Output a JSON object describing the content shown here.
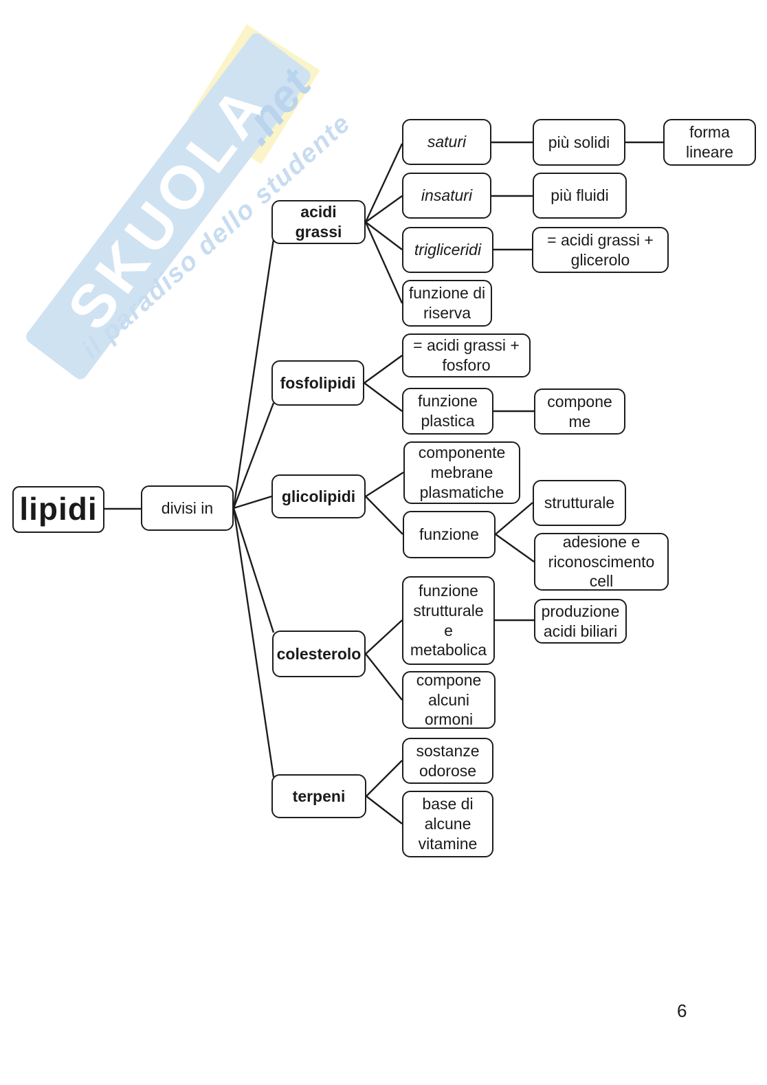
{
  "page": {
    "number": "6"
  },
  "watermark": {
    "brand": "SKUOLA",
    "tld": ".net",
    "tagline": "il paradiso dello studente",
    "banner_color": "#cfe2f2",
    "brand_text_color": "#ffffff",
    "script_color": "#b9d4ec",
    "tagline_color": "#c7dcf0",
    "yellow_color": "#fbf4c8"
  },
  "diagram": {
    "line_color": "#1c1c1c",
    "nodes": {
      "lipidi": {
        "label": "lipidi"
      },
      "divisi_in": {
        "label": "divisi in"
      },
      "acidi_grassi": {
        "label": "acidi grassi"
      },
      "saturi": {
        "label": "saturi"
      },
      "insaturi": {
        "label": "insaturi"
      },
      "trigliceridi": {
        "label": "trigliceridi"
      },
      "funzione_di_riserva": {
        "label": "funzione di\nriserva"
      },
      "piu_solidi": {
        "label": "più solidi"
      },
      "piu_fluidi": {
        "label": "più fluidi"
      },
      "forma_lineare": {
        "label": "forma\nlineare"
      },
      "acidi_grassi_glicerolo": {
        "label": "= acidi grassi +\nglicerolo"
      },
      "fosfolipidi": {
        "label": "fosfolipidi"
      },
      "acidi_grassi_fosforo": {
        "label": "= acidi grassi +\nfosforo"
      },
      "funzione_plastica": {
        "label": "funzione\nplastica"
      },
      "compone_me": {
        "label": "compone\nme"
      },
      "glicolipidi": {
        "label": "glicolipidi"
      },
      "componente_mebrane": {
        "label": "componente\nmebrane\nplasmatiche"
      },
      "funzione": {
        "label": "funzione"
      },
      "strutturale": {
        "label": "strutturale"
      },
      "adesione_riconoscimento": {
        "label": "adesione e\nriconoscimento\ncell"
      },
      "colesterolo": {
        "label": "colesterolo"
      },
      "funzione_strutturale_metabolica": {
        "label": "funzione\nstrutturale\ne\nmetabolica"
      },
      "produzione_acidi_biliari": {
        "label": "produzione\nacidi biliari"
      },
      "compone_ormoni": {
        "label": "compone\nalcuni\normoni"
      },
      "terpeni": {
        "label": "terpeni"
      },
      "sostanze_odorose": {
        "label": "sostanze\nodorose"
      },
      "base_vitamine": {
        "label": "base di\nalcune\nvitamine"
      }
    },
    "edges": [
      {
        "from": "lipidi",
        "to": "divisi_in"
      },
      {
        "from": "divisi_in",
        "to": "acidi_grassi"
      },
      {
        "from": "divisi_in",
        "to": "fosfolipidi"
      },
      {
        "from": "divisi_in",
        "to": "glicolipidi"
      },
      {
        "from": "divisi_in",
        "to": "colesterolo"
      },
      {
        "from": "divisi_in",
        "to": "terpeni"
      },
      {
        "from": "acidi_grassi",
        "to": "saturi"
      },
      {
        "from": "acidi_grassi",
        "to": "insaturi"
      },
      {
        "from": "acidi_grassi",
        "to": "trigliceridi"
      },
      {
        "from": "acidi_grassi",
        "to": "funzione_di_riserva"
      },
      {
        "from": "saturi",
        "to": "piu_solidi"
      },
      {
        "from": "piu_solidi",
        "to": "forma_lineare"
      },
      {
        "from": "insaturi",
        "to": "piu_fluidi"
      },
      {
        "from": "trigliceridi",
        "to": "acidi_grassi_glicerolo"
      },
      {
        "from": "fosfolipidi",
        "to": "acidi_grassi_fosforo"
      },
      {
        "from": "fosfolipidi",
        "to": "funzione_plastica"
      },
      {
        "from": "funzione_plastica",
        "to": "compone_me"
      },
      {
        "from": "glicolipidi",
        "to": "componente_mebrane"
      },
      {
        "from": "glicolipidi",
        "to": "funzione"
      },
      {
        "from": "funzione",
        "to": "strutturale"
      },
      {
        "from": "funzione",
        "to": "adesione_riconoscimento"
      },
      {
        "from": "colesterolo",
        "to": "funzione_strutturale_metabolica"
      },
      {
        "from": "colesterolo",
        "to": "compone_ormoni"
      },
      {
        "from": "funzione_strutturale_metabolica",
        "to": "produzione_acidi_biliari"
      },
      {
        "from": "terpeni",
        "to": "sostanze_odorose"
      },
      {
        "from": "terpeni",
        "to": "base_vitamine"
      }
    ]
  }
}
